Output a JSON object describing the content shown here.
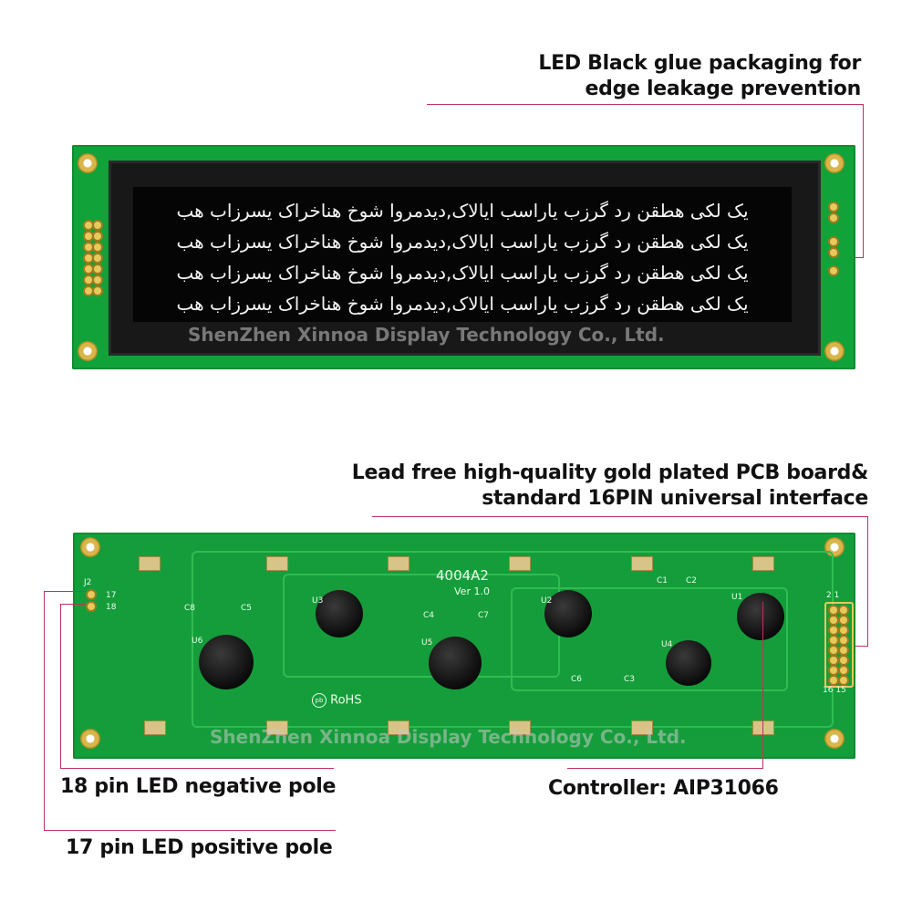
{
  "callouts": {
    "glue": [
      "LED Black glue packaging for",
      "edge leakage prevention"
    ],
    "pcb": [
      "Lead free high-quality gold plated PCB board&",
      "standard 16PIN universal interface"
    ],
    "led_negative": "18 pin LED negative pole",
    "controller": "Controller: AIP31066",
    "led_positive": "17 pin LED positive pole"
  },
  "lcd_text": {
    "rows": [
      "یک لکی هطقن رد گرزب یاراسب ایالاک,دیدمروا شوخ هناخراک یسرزاب هب",
      "یک لکی هطقن رد گرزب یاراسب ایالاک,دیدمروا شوخ هناخراک یسرزاب هب",
      "یک لکی هطقن رد گرزب یاراسب ایالاک,دیدمروا شوخ هناخراک یسرزاب هب",
      "یک لکی هطقن رد گرزب یاراسب ایالاک,دیدمروا شوخ هناخراک یسرزاب هب"
    ]
  },
  "watermark": "ShenZhen Xinnoa Display Technology Co., Ltd.",
  "board": {
    "model": "4004A2",
    "version": "Ver 1.0",
    "rohs": "RoHS",
    "pin_numbers_top": "2 1",
    "pin_numbers_bottom": "16 15",
    "j2": "J2",
    "pin17": "17",
    "pin18": "18",
    "chips": [
      "U3",
      "U5",
      "U2",
      "U4",
      "U1",
      "U6"
    ],
    "caps": [
      "C8",
      "C5",
      "C4",
      "C7",
      "C6",
      "C3",
      "C1",
      "C2"
    ]
  },
  "colors": {
    "pcb": "#12a23a",
    "callout_line": "#c03060",
    "lcd": "#050505"
  }
}
